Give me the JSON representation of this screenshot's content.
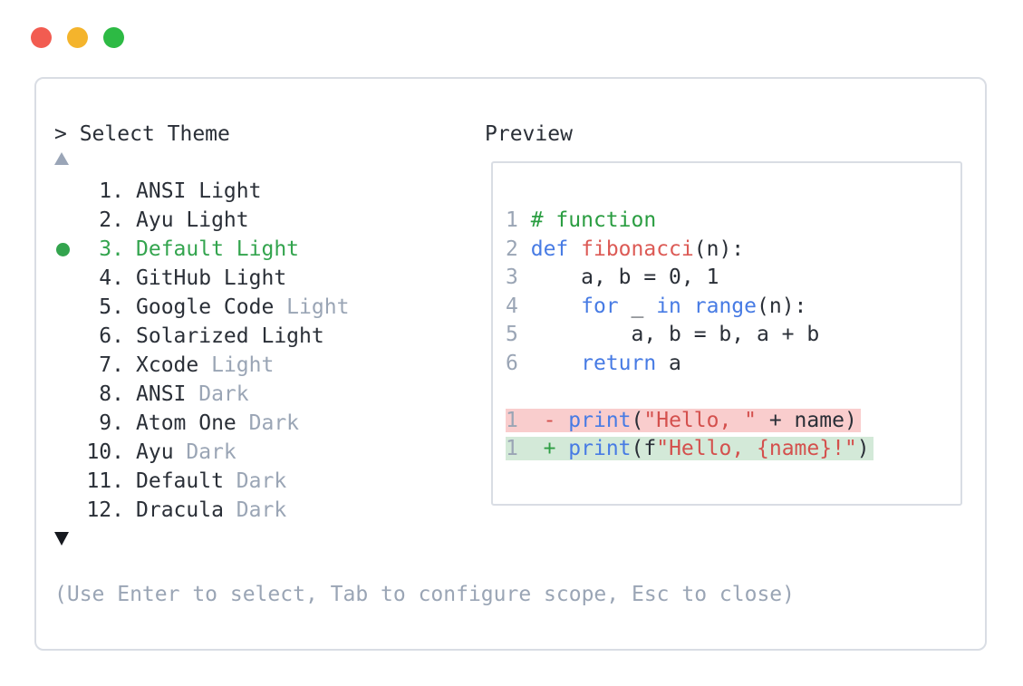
{
  "colors": {
    "text": "#2a2f37",
    "muted": "#9aa5b5",
    "border": "#d9dde4",
    "accent_green": "#33a44e",
    "comment_green": "#2a9d41",
    "keyword_blue": "#477be4",
    "name_red": "#dc5a55",
    "string_red": "#d4504d",
    "diff_add_green": "#2f9e44",
    "removed_bg": "#f9cdcd",
    "added_bg": "#d3e9d8",
    "dot_red": "#f25c51",
    "dot_yellow": "#f4b42c",
    "dot_green": "#2dba44",
    "scroll_up": "#9aa5b7",
    "scroll_down": "#16191f"
  },
  "prompt": {
    "caret": "> ",
    "title": "Select Theme"
  },
  "themes": [
    {
      "num": "1.",
      "name": "ANSI Light",
      "variant": "",
      "selected": false
    },
    {
      "num": "2.",
      "name": "Ayu Light",
      "variant": "",
      "selected": false
    },
    {
      "num": "3.",
      "name": "Default Light",
      "variant": "",
      "selected": true
    },
    {
      "num": "4.",
      "name": "GitHub Light",
      "variant": "",
      "selected": false
    },
    {
      "num": "5.",
      "name": "Google Code",
      "variant": "Light",
      "selected": false
    },
    {
      "num": "6.",
      "name": "Solarized Light",
      "variant": "",
      "selected": false
    },
    {
      "num": "7.",
      "name": "Xcode",
      "variant": "Light",
      "selected": false
    },
    {
      "num": "8.",
      "name": "ANSI",
      "variant": "Dark",
      "selected": false
    },
    {
      "num": "9.",
      "name": "Atom One",
      "variant": "Dark",
      "selected": false
    },
    {
      "num": "10.",
      "name": "Ayu",
      "variant": "Dark",
      "selected": false
    },
    {
      "num": "11.",
      "name": "Default",
      "variant": "Dark",
      "selected": false
    },
    {
      "num": "12.",
      "name": "Dracula",
      "variant": "Dark",
      "selected": false
    }
  ],
  "hint": "(Use Enter to select, Tab to configure scope, Esc to close)",
  "preview": {
    "label": "Preview",
    "code_lines": [
      {
        "num": "1",
        "bg": "",
        "tokens": [
          [
            " ",
            "pl"
          ],
          [
            "# function",
            "com"
          ]
        ]
      },
      {
        "num": "2",
        "bg": "",
        "tokens": [
          [
            " ",
            "pl"
          ],
          [
            "def",
            "kw"
          ],
          [
            " ",
            "pl"
          ],
          [
            "fibonacci",
            "fn"
          ],
          [
            "(n):",
            "pl"
          ]
        ]
      },
      {
        "num": "3",
        "bg": "",
        "tokens": [
          [
            " ",
            "pl"
          ],
          [
            "    a, b = 0, 1",
            "pl"
          ]
        ]
      },
      {
        "num": "4",
        "bg": "",
        "tokens": [
          [
            " ",
            "pl"
          ],
          [
            "    ",
            "pl"
          ],
          [
            "for",
            "kw"
          ],
          [
            " _ ",
            "pl"
          ],
          [
            "in",
            "kw"
          ],
          [
            " ",
            "pl"
          ],
          [
            "range",
            "kw"
          ],
          [
            "(n):",
            "pl"
          ]
        ]
      },
      {
        "num": "5",
        "bg": "",
        "tokens": [
          [
            " ",
            "pl"
          ],
          [
            "        a, b = b, a + b",
            "pl"
          ]
        ]
      },
      {
        "num": "6",
        "bg": "",
        "tokens": [
          [
            " ",
            "pl"
          ],
          [
            "    ",
            "pl"
          ],
          [
            "return",
            "kw"
          ],
          [
            " a",
            "pl"
          ]
        ]
      },
      {
        "num": "",
        "bg": "",
        "tokens": []
      },
      {
        "num": "1",
        "bg": "removed",
        "tokens": [
          [
            "  ",
            "pl"
          ],
          [
            "-",
            "minus"
          ],
          [
            " ",
            "pl"
          ],
          [
            "print",
            "kw"
          ],
          [
            "(",
            "pl"
          ],
          [
            "\"Hello, \"",
            "str"
          ],
          [
            " + name)",
            "pl"
          ]
        ]
      },
      {
        "num": "1",
        "bg": "added",
        "tokens": [
          [
            "  ",
            "pl"
          ],
          [
            "+",
            "plus"
          ],
          [
            " ",
            "pl"
          ],
          [
            "print",
            "kw"
          ],
          [
            "(f",
            "pl"
          ],
          [
            "\"Hello, {name}!\"",
            "str"
          ],
          [
            ")",
            "pl"
          ]
        ]
      }
    ]
  }
}
